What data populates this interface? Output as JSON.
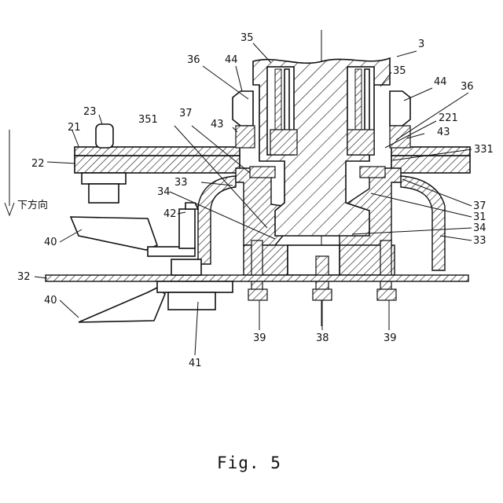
{
  "figure": {
    "caption": "Fig. 5",
    "direction_text": "下方向",
    "labels": {
      "l3": "3",
      "l35a": "35",
      "l35b": "35",
      "l36a": "36",
      "l36b": "36",
      "l44a": "44",
      "l44b": "44",
      "l43a": "43",
      "l43b": "43",
      "l23": "23",
      "l21": "21",
      "l22": "22",
      "l351": "351",
      "l37a": "37",
      "l37b": "37",
      "l221": "221",
      "l331": "331",
      "l33a": "33",
      "l33b": "33",
      "l34a": "34",
      "l34b": "34",
      "l31": "31",
      "l42": "42",
      "l40a": "40",
      "l40b": "40",
      "l32": "32",
      "l39a": "39",
      "l39b": "39",
      "l38": "38",
      "l41": "41"
    }
  }
}
